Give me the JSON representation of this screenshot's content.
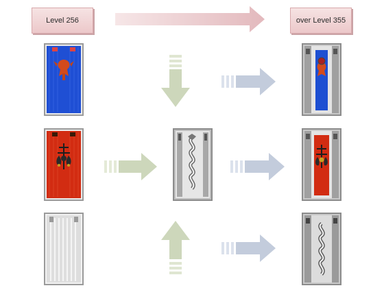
{
  "header": {
    "start_label": "Level 256",
    "end_label": "over Level 355"
  },
  "colors": {
    "top_arrow": "#e8c9cc",
    "merge_arrow": "#cfd8bf",
    "upgrade_arrow": "#c3ccdc",
    "blue_banner": "#1c4fd0",
    "red_banner": "#d02a10",
    "white_banner": "#e8e8e8",
    "frame": "#8c8c8c"
  },
  "cards": {
    "blue_banner": "blue-banner-card",
    "red_banner": "red-banner-card",
    "white_banner": "white-banner-card",
    "dragon_card": "silver-dragon-card",
    "result_blue": "silver-blue-banner-card",
    "result_red": "silver-red-banner-card",
    "result_white": "silver-dragon-result-card"
  }
}
